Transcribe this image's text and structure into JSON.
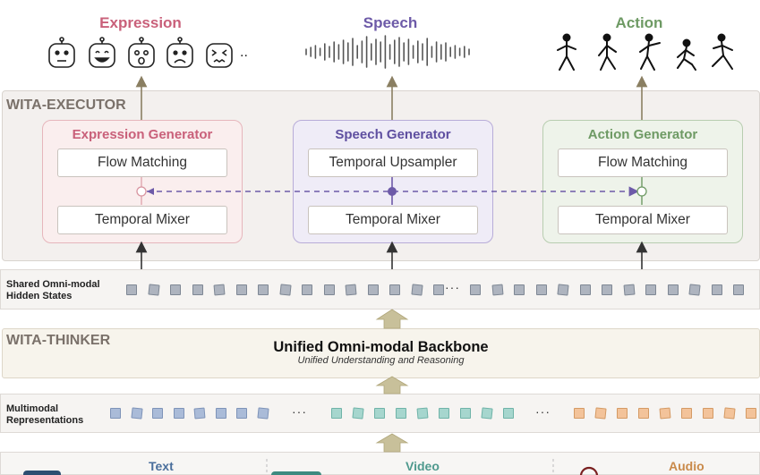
{
  "outputs": {
    "expression": {
      "title": "Expression",
      "color": "#c9607a",
      "ellipsis": ".."
    },
    "speech": {
      "title": "Speech",
      "color": "#6d5aa8"
    },
    "action": {
      "title": "Action",
      "color": "#6e9a64"
    }
  },
  "executor": {
    "label": "WITA-EXECUTOR",
    "generators": [
      {
        "title": "Expression Generator",
        "top_box": "Flow Matching",
        "bottom_box": "Temporal Mixer",
        "color": "#c9607a",
        "bg": "#faeeee",
        "border": "#e6b6bc"
      },
      {
        "title": "Speech Generator",
        "top_box": "Temporal Upsampler",
        "bottom_box": "Temporal Mixer",
        "color": "#5f4fa0",
        "bg": "#efecf7",
        "border": "#b8acd8"
      },
      {
        "title": "Action Generator",
        "top_box": "Flow Matching",
        "bottom_box": "Temporal Mixer",
        "color": "#6e9a64",
        "bg": "#eef3ea",
        "border": "#b8cdb0"
      }
    ]
  },
  "hidden_states": {
    "label_line1": "Shared Omni-modal",
    "label_line2": "Hidden States",
    "ellipsis": "···"
  },
  "thinker": {
    "label": "WITA-THINKER",
    "title": "Unified Omni-modal Backbone",
    "subtitle": "Unified Understanding and Reasoning"
  },
  "multimodal": {
    "label_line1": "Multimodal",
    "label_line2": "Representations",
    "ellipsis": "···"
  },
  "inputs": {
    "text": {
      "label": "Text",
      "color": "#4a6f9c"
    },
    "video": {
      "label": "Video",
      "color": "#4f9a8e"
    },
    "audio": {
      "label": "Audio",
      "color": "#c98a4a"
    }
  }
}
